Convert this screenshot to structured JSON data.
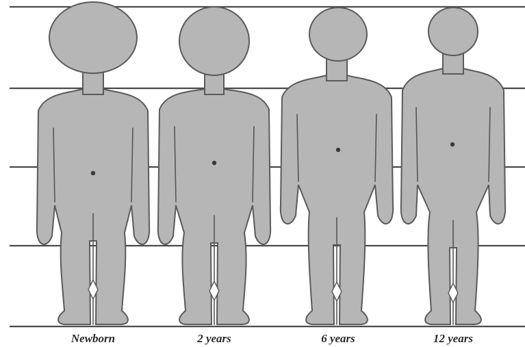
{
  "figures": [
    {
      "label": "Newborn"
    },
    {
      "label": "2 years"
    },
    {
      "label": "6 years"
    },
    {
      "label": "12 years"
    }
  ],
  "colors": {
    "body_fill": "#b6b6b6",
    "outline": "#5a5a5a",
    "guide_line": "#4a4a4a",
    "background": "#ffffff"
  }
}
